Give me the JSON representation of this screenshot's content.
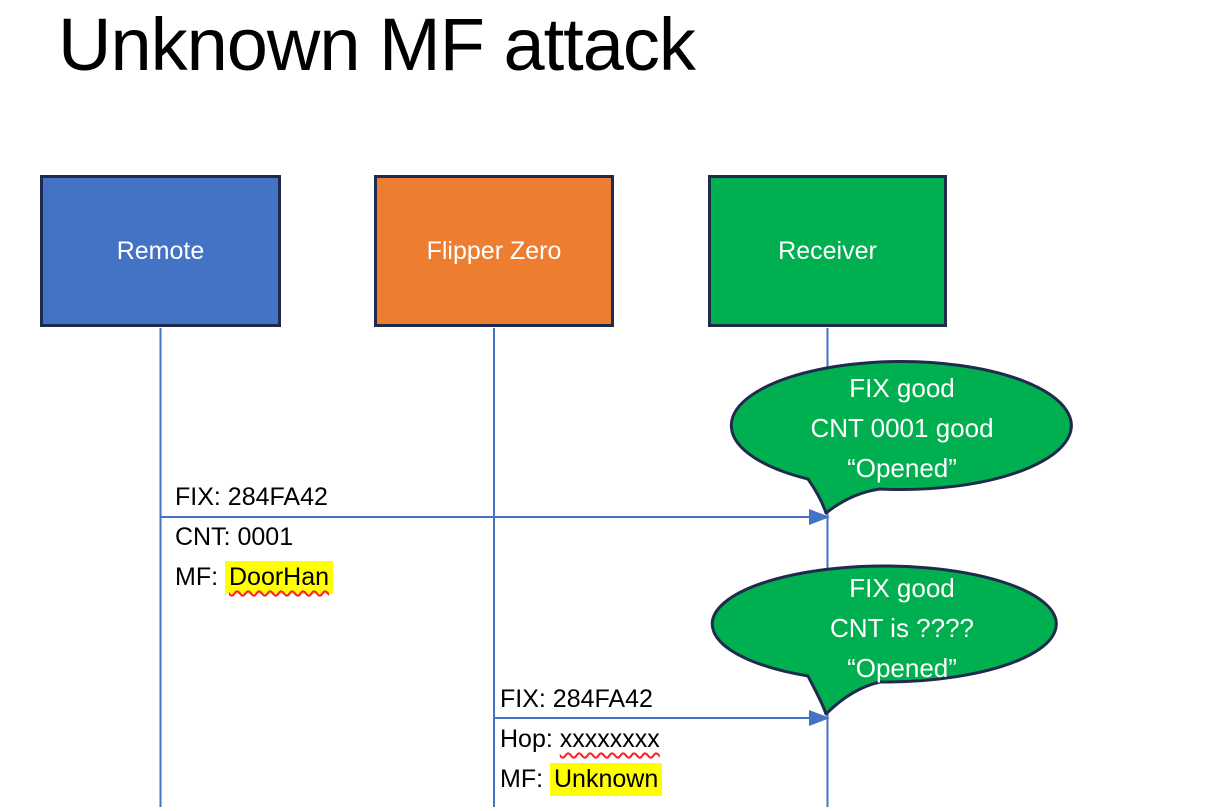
{
  "title": "Unknown MF attack",
  "colors": {
    "line_blue": "#4472C4",
    "border_navy": "#1F2B4D",
    "remote_fill": "#4472C4",
    "flipper_fill": "#ED7D31",
    "receiver_fill": "#00B050",
    "bubble_fill": "#00B050",
    "highlight_yellow": "#FFFF00",
    "squiggle_red": "#FF1E1E",
    "label_text": "#000000",
    "actor_text": "#FFFFFF"
  },
  "actors": [
    {
      "id": "remote",
      "label": "Remote"
    },
    {
      "id": "flipper-zero",
      "label": "Flipper Zero"
    },
    {
      "id": "receiver",
      "label": "Receiver"
    }
  ],
  "messages": [
    {
      "from": "Remote",
      "to": "Receiver",
      "lines": [
        {
          "prefix": "FIX: ",
          "value": "284FA42",
          "style": "plain"
        },
        {
          "prefix": "CNT: ",
          "value": "0001",
          "style": "plain"
        },
        {
          "prefix": "MF: ",
          "value": "DoorHan",
          "style": "highlight-squiggle"
        }
      ]
    },
    {
      "from": "Flipper Zero",
      "to": "Receiver",
      "lines": [
        {
          "prefix": "FIX: ",
          "value": "284FA42",
          "style": "plain"
        },
        {
          "prefix": "Hop: ",
          "value": "xxxxxxxx",
          "style": "squiggle"
        },
        {
          "prefix": "MF: ",
          "value": "Unknown",
          "style": "highlight"
        }
      ]
    }
  ],
  "bubbles": [
    {
      "speaker": "receiver",
      "lines": [
        "FIX good",
        "CNT 0001 good",
        "“Opened”"
      ]
    },
    {
      "speaker": "receiver",
      "lines": [
        "FIX good",
        "CNT is ????",
        "“Opened”"
      ]
    }
  ]
}
